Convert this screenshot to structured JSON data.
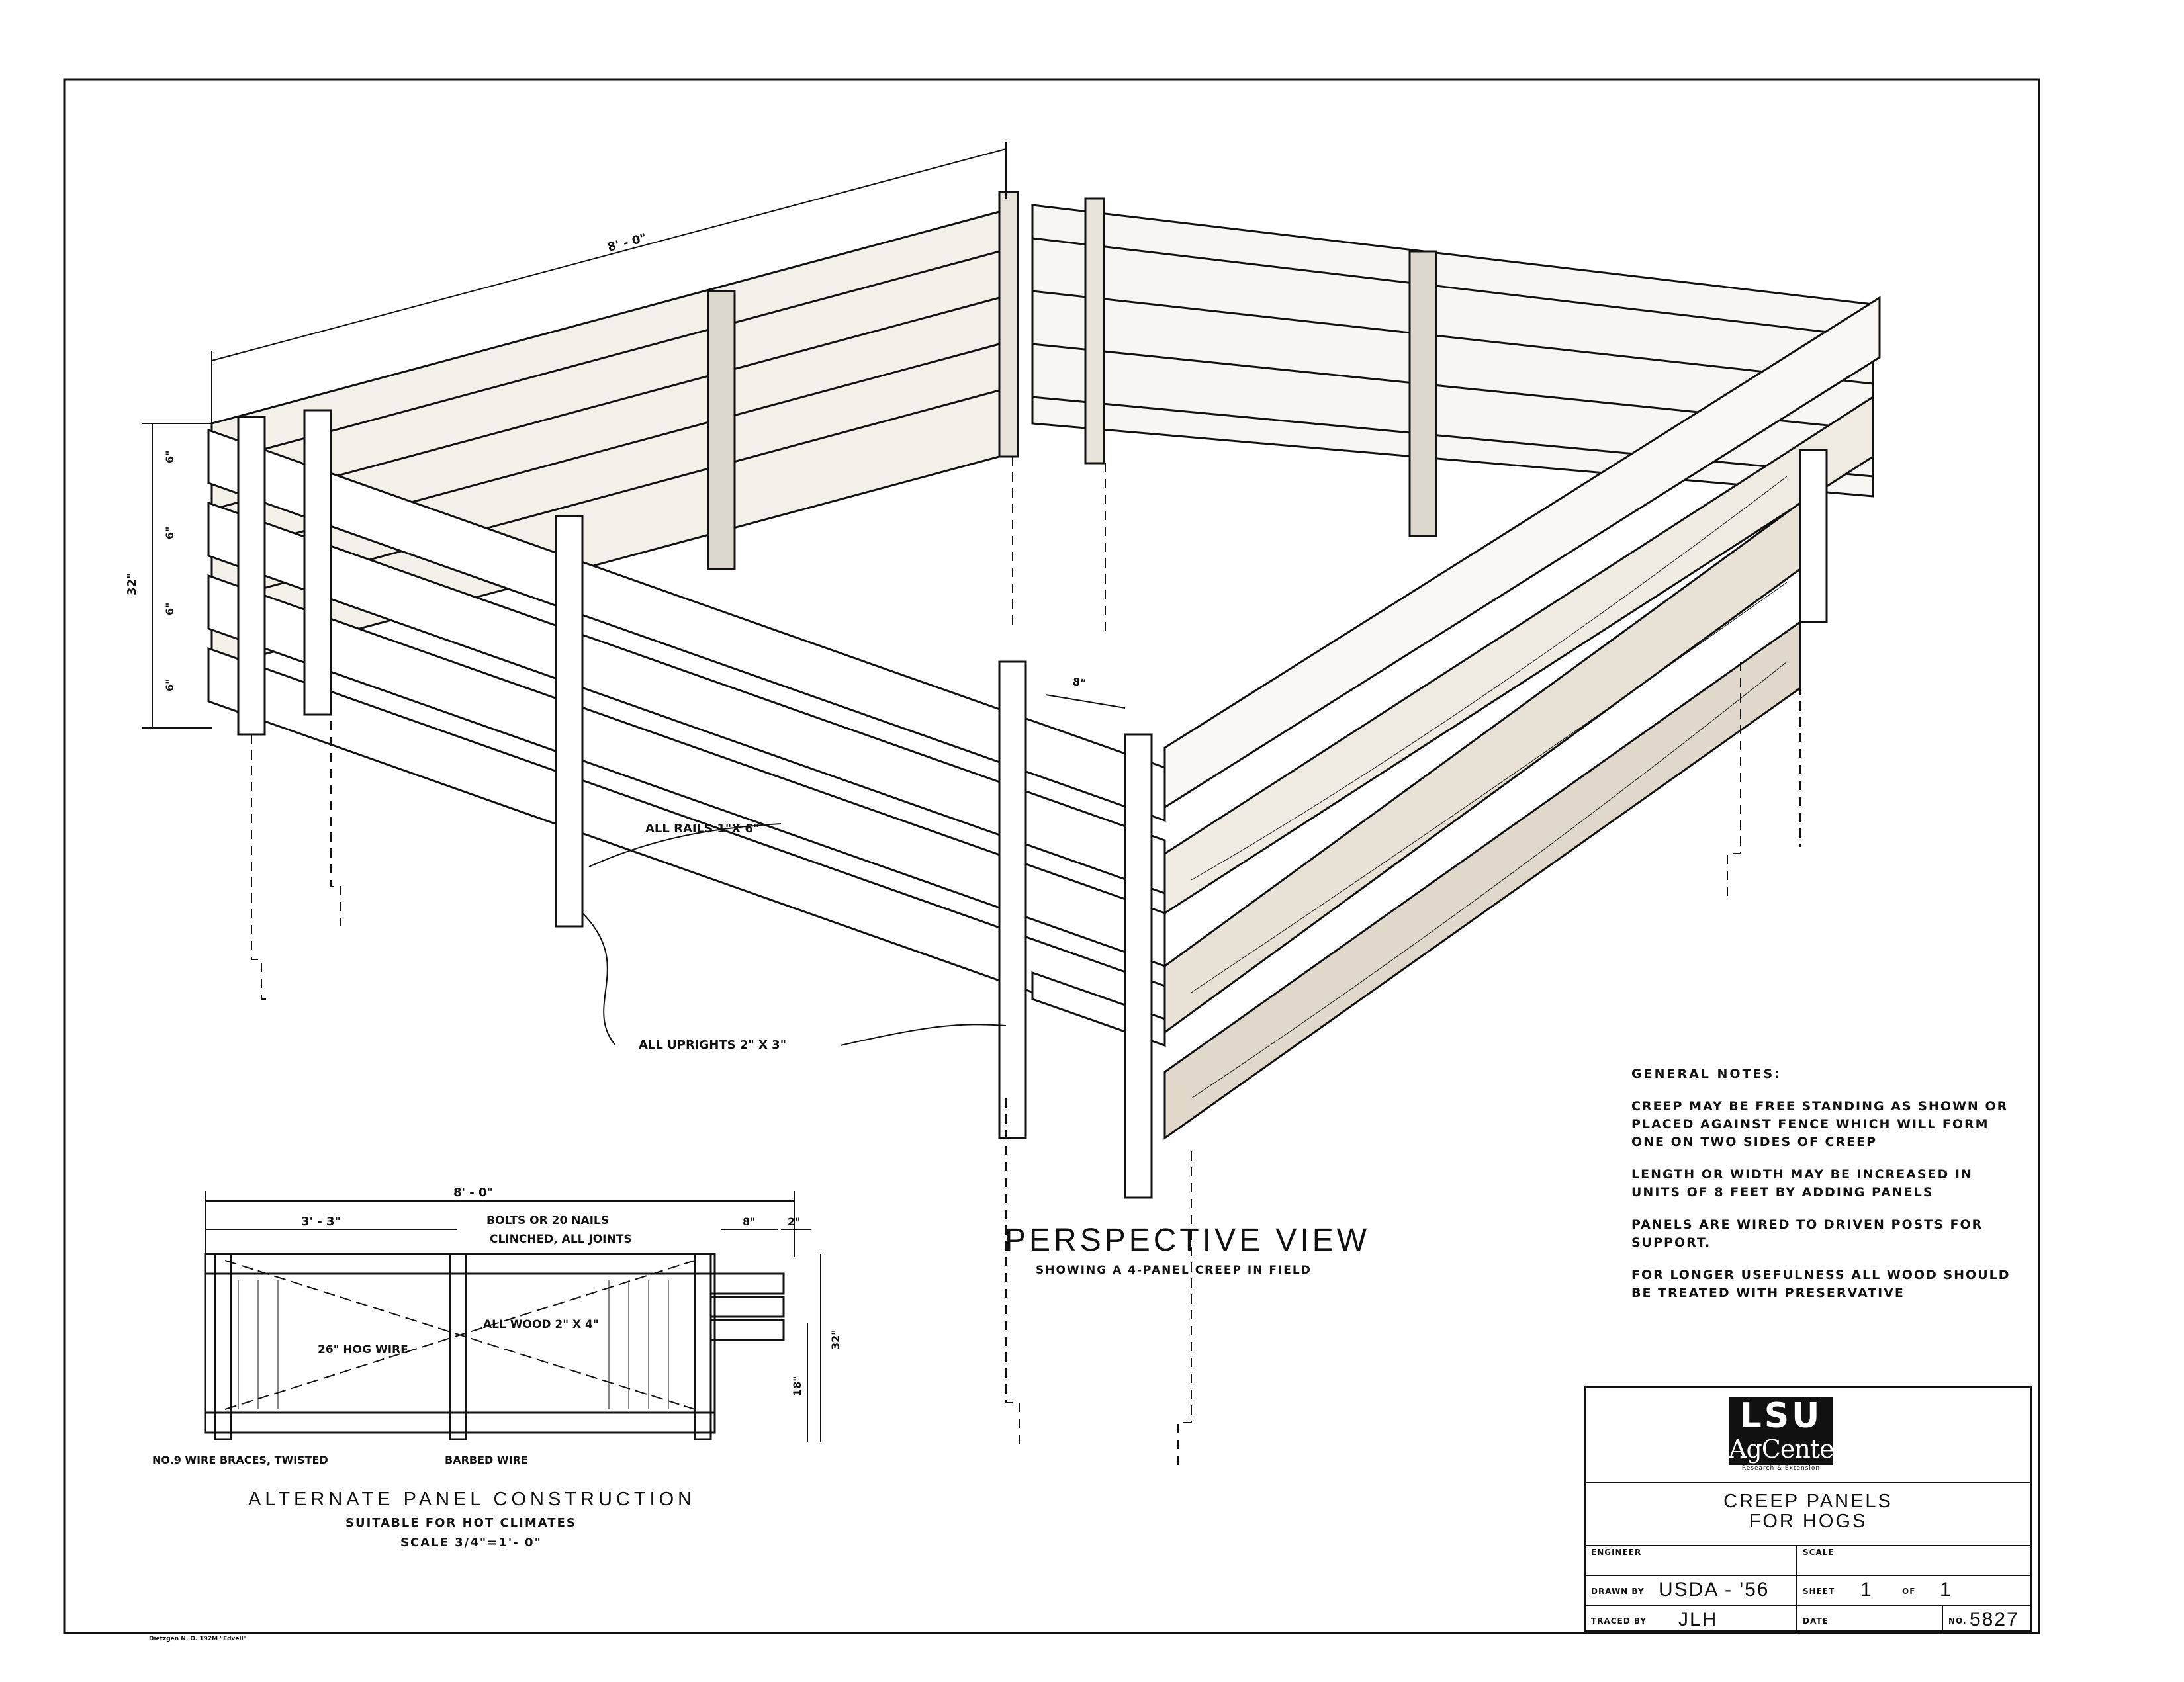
{
  "drawing": {
    "perspective": {
      "title": "PERSPECTIVE VIEW",
      "subtitle": "SHOWING A 4-PANEL CREEP IN FIELD",
      "dim_length": "8' - 0\"",
      "dim_height": "32\"",
      "dim_rail_1": "6\"",
      "dim_rail_2": "6\"",
      "dim_rail_3": "6\"",
      "dim_rail_4": "6\"",
      "dim_gap": "8\"",
      "rails_note": "ALL RAILS 1\"X 6\"",
      "uprights_note": "ALL UPRIGHTS  2\" X 3\""
    },
    "alternate": {
      "title": "ALTERNATE PANEL CONSTRUCTION",
      "subtitle": "SUITABLE   FOR   HOT   CLIMATES",
      "scale": "SCALE   3/4\"=1'- 0\"",
      "dim_total": "8' - 0\"",
      "dim_left": "3' - 3\"",
      "dim_post": "8\"",
      "dim_end": "2\"",
      "dim_height_32": "32\"",
      "dim_height_18": "18\"",
      "bolts_note": "BOLTS OR 20 NAILS",
      "bolts_note_2": "CLINCHED, ALL JOINTS",
      "wood_note": "ALL WOOD  2\" X 4\"",
      "hog_wire": "26\" HOG WIRE",
      "wire_braces": "NO.9 WIRE BRACES, TWISTED",
      "barbed_wire": "BARBED WIRE"
    }
  },
  "notes": {
    "heading": "GENERAL    NOTES:",
    "items": [
      "CREEP MAY BE FREE STANDING AS SHOWN OR PLACED AGAINST FENCE WHICH WILL FORM ONE ON TWO SIDES OF CREEP",
      "LENGTH OR WIDTH MAY BE INCREASED IN UNITS OF  8 FEET BY ADDING PANELS",
      "PANELS ARE WIRED TO DRIVEN POSTS FOR SUPPORT.",
      "FOR LONGER USEFULNESS ALL WOOD SHOULD BE TREATED WITH PRESERVATIVE"
    ]
  },
  "title_block": {
    "logo_top": "LSU",
    "logo_bottom": "AgCenter",
    "logo_caption": "Research & Extension",
    "title_line_1": "CREEP   PANELS",
    "title_line_2": "FOR  HOGS",
    "engineer_label": "ENGINEER",
    "engineer_value": "",
    "scale_label": "SCALE",
    "scale_value": "",
    "drawn_by_label": "DRAWN BY",
    "drawn_by_value": "USDA  - '56",
    "sheet_label": "SHEET",
    "sheet_value": "1",
    "of_label": "OF",
    "of_value": "1",
    "traced_by_label": "TRACED BY",
    "traced_by_value": "JLH",
    "date_label": "DATE",
    "date_value": "",
    "no_label": "NO.",
    "no_value": "5827"
  },
  "footer_note": "Dietzgen N. O. 192M \"Edvell\""
}
